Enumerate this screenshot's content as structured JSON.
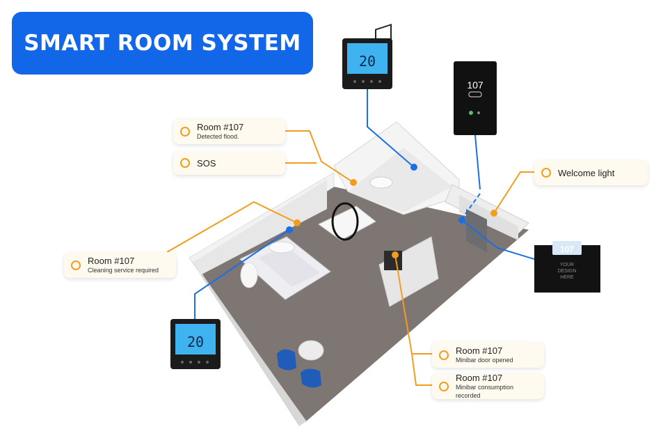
{
  "header": {
    "title": "SMART ROOM SYSTEM"
  },
  "callouts": {
    "flood": {
      "title": "Room #107",
      "detail": "Detected flood."
    },
    "sos": {
      "title": "SOS"
    },
    "welcome": {
      "title": "Welcome light"
    },
    "cleaning": {
      "title": "Room #107",
      "detail": "Cleaning service required"
    },
    "minibar_door": {
      "title": "Room #107",
      "detail": "Minibar door opened"
    },
    "minibar_consumption": {
      "title": "Room #107",
      "detail": "Minibar consumption recorded"
    }
  },
  "devices": {
    "thermostat_top": {
      "temp": "20"
    },
    "thermostat_bottom": {
      "temp": "20"
    },
    "door_panel": {
      "room": "107"
    },
    "door_sign": {
      "room": "107",
      "line1": "YOUR",
      "line2": "DESIGN",
      "line3": "HERE"
    }
  },
  "colors": {
    "accent_blue": "#1266e8",
    "callout_orange": "#f39c1d",
    "line_blue": "#1a6ee6"
  }
}
